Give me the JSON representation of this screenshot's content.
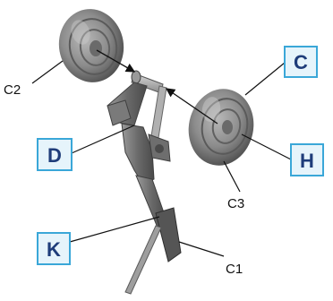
{
  "colors": {
    "box_border": "#3aa7d8",
    "box_fill": "#e6f4fb",
    "box_text": "#1f3d7a",
    "part_dark": "#5a5a5a",
    "part_mid": "#8a8a8a",
    "part_light": "#c4c4c4"
  },
  "labels": {
    "c": "C",
    "d": "D",
    "h": "H",
    "k": "K",
    "c1": "C1",
    "c2": "C2",
    "c3": "C3"
  }
}
